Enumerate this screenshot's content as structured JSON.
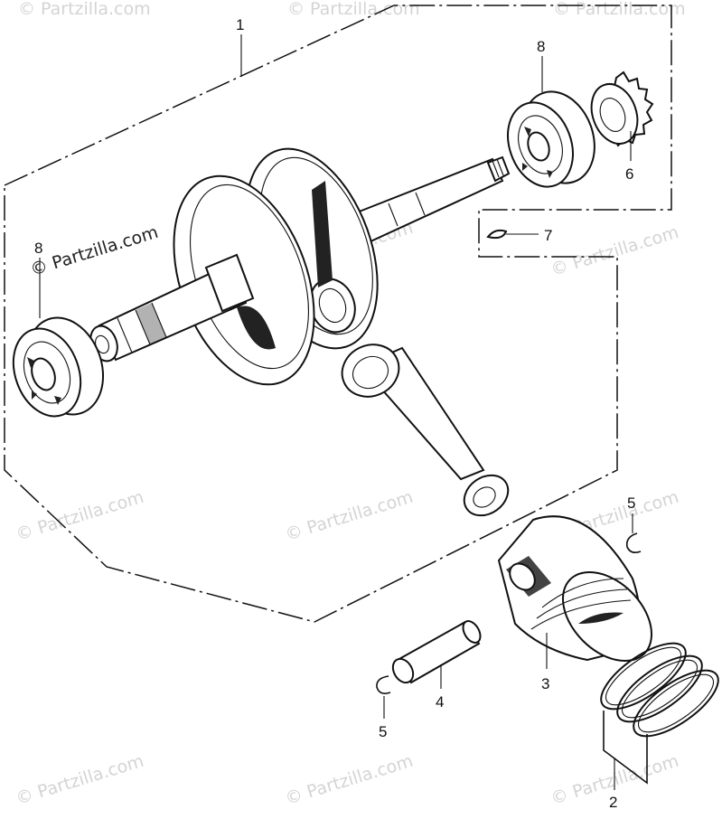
{
  "diagram": {
    "watermark_text": "© Partzilla.com",
    "callouts": {
      "crankshaft_assembly": "1",
      "piston_ring_set": "2",
      "piston": "3",
      "piston_pin": "4",
      "pin_clip_right": "5",
      "pin_clip_left": "5",
      "cam_chain_sprocket": "6",
      "woodruff_key": "7",
      "bearing_right": "8",
      "bearing_left": "8"
    }
  }
}
